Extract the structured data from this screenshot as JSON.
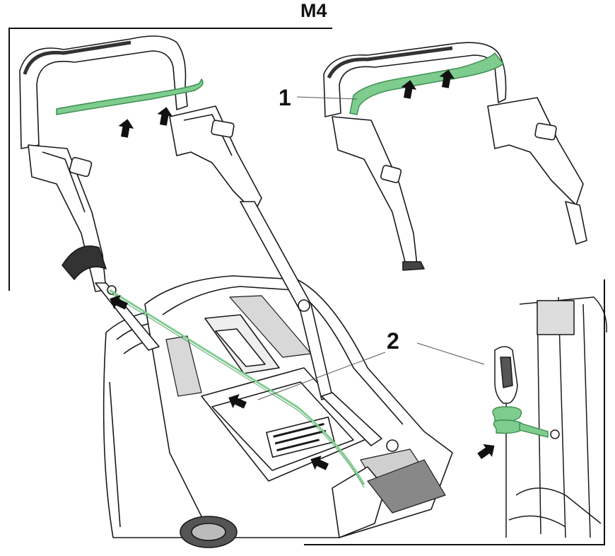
{
  "figure": {
    "title": "M4",
    "callouts": [
      "1",
      "2"
    ]
  },
  "colors": {
    "ink": "#1a1a1a",
    "highlight": "#7fcc8f",
    "highlight_stroke": "#3e8f52",
    "paper": "#ffffff"
  },
  "icons": [
    "arrow-icon",
    "handlebar-icon",
    "cable-clip-icon",
    "mower-deck-icon"
  ]
}
